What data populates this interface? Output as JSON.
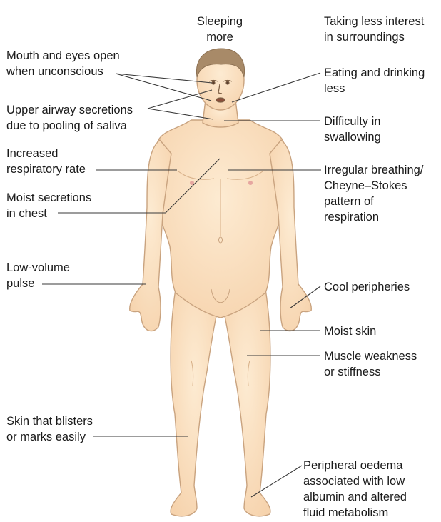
{
  "labels": {
    "sleeping": [
      "Sleeping",
      "more"
    ],
    "less_interest": [
      "Taking less interest",
      "in surroundings"
    ],
    "mouth_eyes": [
      "Mouth and eyes open",
      "when unconscious"
    ],
    "eating": [
      "Eating and drinking",
      "less"
    ],
    "upper_airway": [
      "Upper airway secretions",
      "due to pooling of saliva"
    ],
    "swallowing": [
      "Difficulty in",
      "swallowing"
    ],
    "resp_rate": [
      "Increased",
      "respiratory rate"
    ],
    "irregular": [
      "Irregular breathing/",
      "Cheyne–Stokes",
      "pattern of",
      "respiration"
    ],
    "moist_secretions": [
      "Moist secretions",
      "in chest"
    ],
    "low_pulse": [
      "Low-volume",
      "pulse"
    ],
    "cool": [
      "Cool peripheries"
    ],
    "moist_skin": [
      "Moist skin"
    ],
    "muscle": [
      "Muscle weakness",
      "or stiffness"
    ],
    "blisters": [
      "Skin that blisters",
      "or marks easily"
    ],
    "oedema": [
      "Peripheral oedema",
      "associated with low",
      "albumin and altered",
      "fluid metabolism"
    ]
  },
  "colors": {
    "skin": "#fbe3c3",
    "skin_outline": "#c9a37f",
    "hair": "#a88a68",
    "line": "#3a3a3a"
  }
}
